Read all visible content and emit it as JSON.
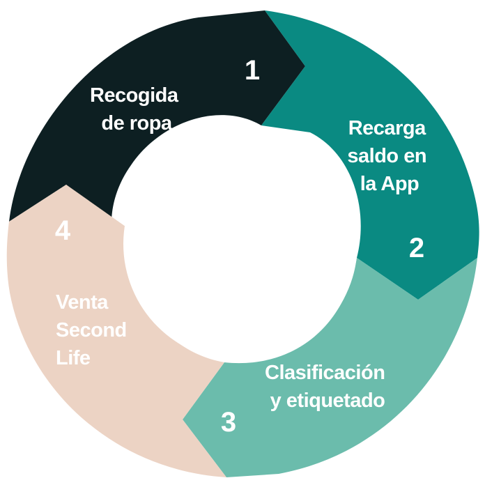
{
  "steps": [
    {
      "number": "1",
      "lines": [
        "Recogida",
        "de ropa"
      ],
      "color": "#0d1f22",
      "text_color": "#ffffff"
    },
    {
      "number": "2",
      "lines": [
        "Recarga",
        "saldo en",
        "la App"
      ],
      "color": "#0a8a82",
      "text_color": "#ffffff"
    },
    {
      "number": "3",
      "lines": [
        "Clasificación",
        "y etiquetado"
      ],
      "color": "#6bbcac",
      "text_color": "#ffffff"
    },
    {
      "number": "4",
      "lines": [
        "Venta",
        "Second",
        "Life"
      ],
      "color": "#ecd3c4",
      "text_color": "#ffffff"
    }
  ],
  "center_color": "#ffffff"
}
